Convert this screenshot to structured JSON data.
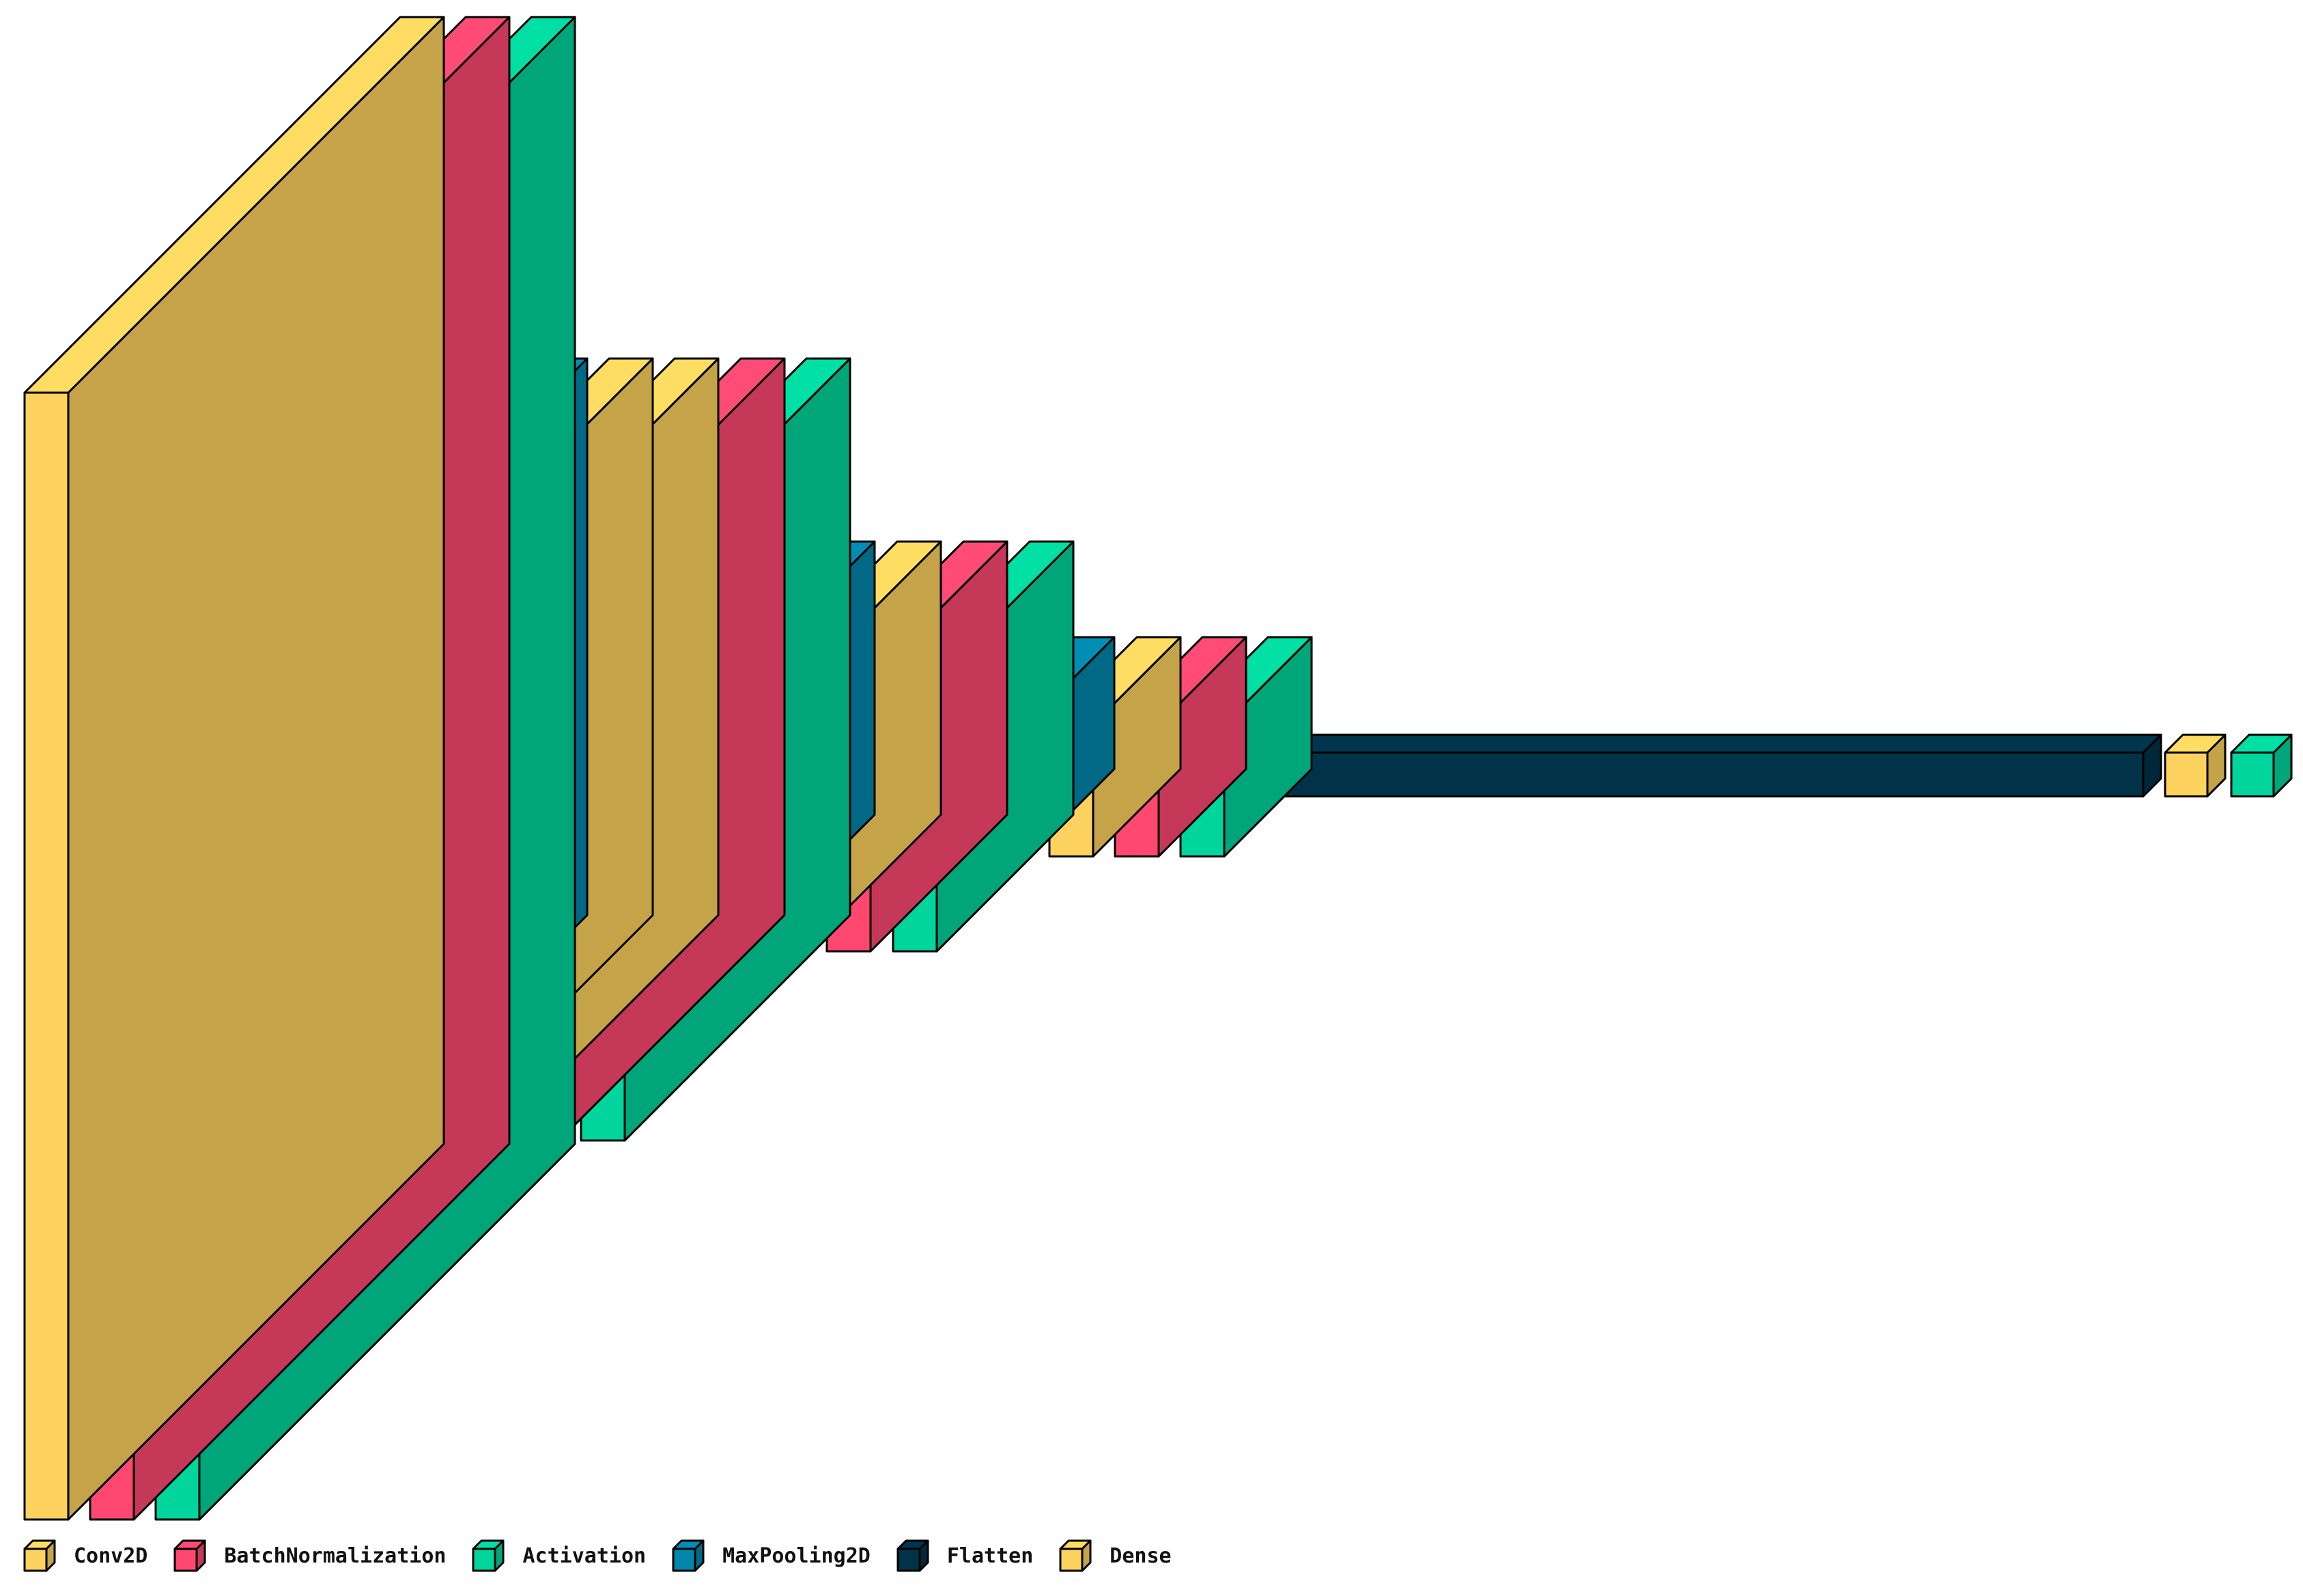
{
  "legend": [
    {
      "id": "conv2d",
      "label": "Conv2D",
      "color": "#fdd25e"
    },
    {
      "id": "batchnorm",
      "label": "BatchNormalization",
      "color": "#fe4870"
    },
    {
      "id": "activation",
      "label": "Activation",
      "color": "#00d59c"
    },
    {
      "id": "maxpool",
      "label": "MaxPooling2D",
      "color": "#0187ab"
    },
    {
      "id": "flatten",
      "label": "Flatten",
      "color": "#003349"
    },
    {
      "id": "dense",
      "label": "Dense",
      "color": "#fdd25e"
    }
  ],
  "layers": [
    "conv2d",
    "batchnorm",
    "activation",
    "maxpool",
    "conv2d",
    "conv2d",
    "batchnorm",
    "activation",
    "maxpool",
    "conv2d",
    "batchnorm",
    "activation",
    "maxpool",
    "conv2d",
    "batchnorm",
    "activation",
    "flatten",
    "dense",
    "activation"
  ],
  "funnel_color": "#00c08a"
}
